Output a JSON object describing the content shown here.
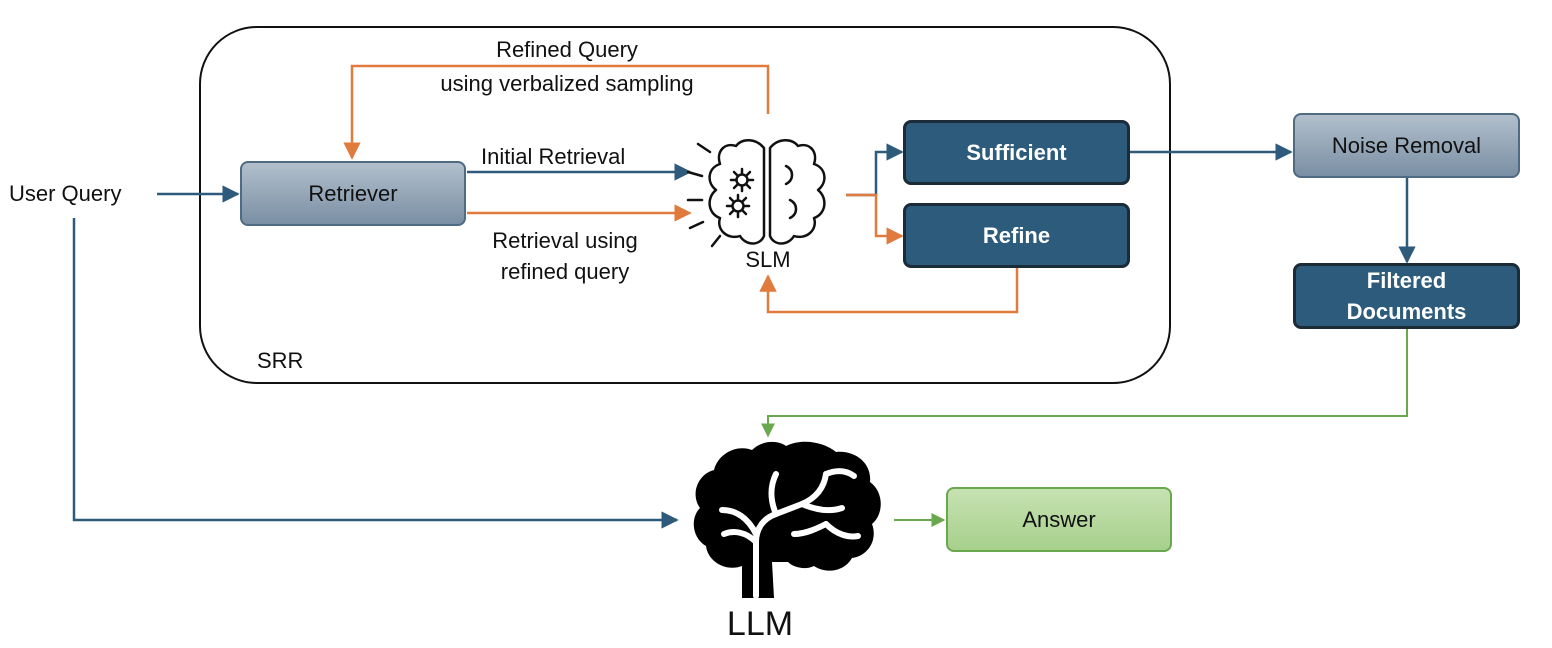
{
  "labels": {
    "user_query": "User Query",
    "refined_query_line1": "Refined Query",
    "refined_query_line2": "using verbalized sampling",
    "initial_retrieval": "Initial Retrieval",
    "retrieval_refined_line1": "Retrieval using",
    "retrieval_refined_line2": "refined query",
    "slm": "SLM",
    "srr": "SRR",
    "llm": "LLM"
  },
  "nodes": {
    "retriever": "Retriever",
    "sufficient": "Sufficient",
    "refine": "Refine",
    "noise_removal": "Noise Removal",
    "filtered_line1": "Filtered",
    "filtered_line2": "Documents",
    "answer": "Answer"
  },
  "icons": {
    "slm": "brain-gears-icon",
    "llm": "brain-icon"
  },
  "colors": {
    "blue_arrow": "#2e5a7b",
    "orange_arrow": "#e07b3d",
    "green_arrow": "#6aa84f",
    "dark_node": "#2d5b7c",
    "grey_node": "#8ea1b5",
    "green_node": "#b4d89e"
  }
}
